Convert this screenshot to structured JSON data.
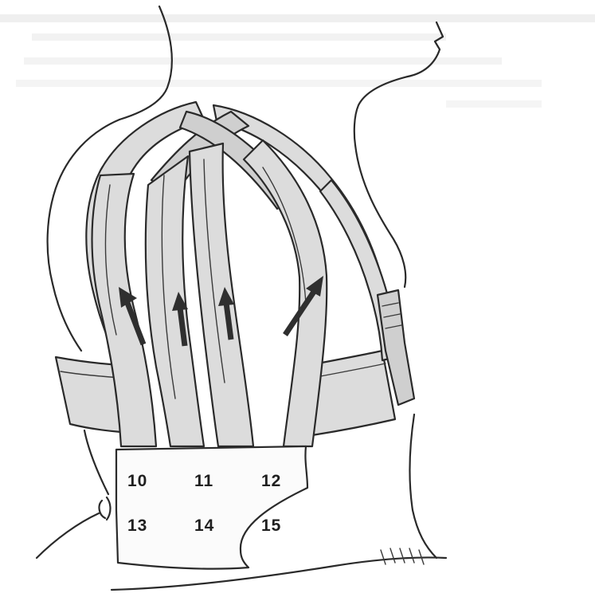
{
  "figure": {
    "zone_numbers": [
      {
        "id": "zone-10",
        "label": "10"
      },
      {
        "id": "zone-11",
        "label": "11"
      },
      {
        "id": "zone-12",
        "label": "12"
      },
      {
        "id": "zone-13",
        "label": "13"
      },
      {
        "id": "zone-14",
        "label": "14"
      },
      {
        "id": "zone-15",
        "label": "15"
      }
    ],
    "arrow_count": 4,
    "arrow_direction": "up",
    "colors": {
      "ink": "#2a2a2a",
      "strap_fill": "#dcdcdc",
      "panel_fill": "#fbfbfb",
      "background": "#ffffff"
    }
  }
}
